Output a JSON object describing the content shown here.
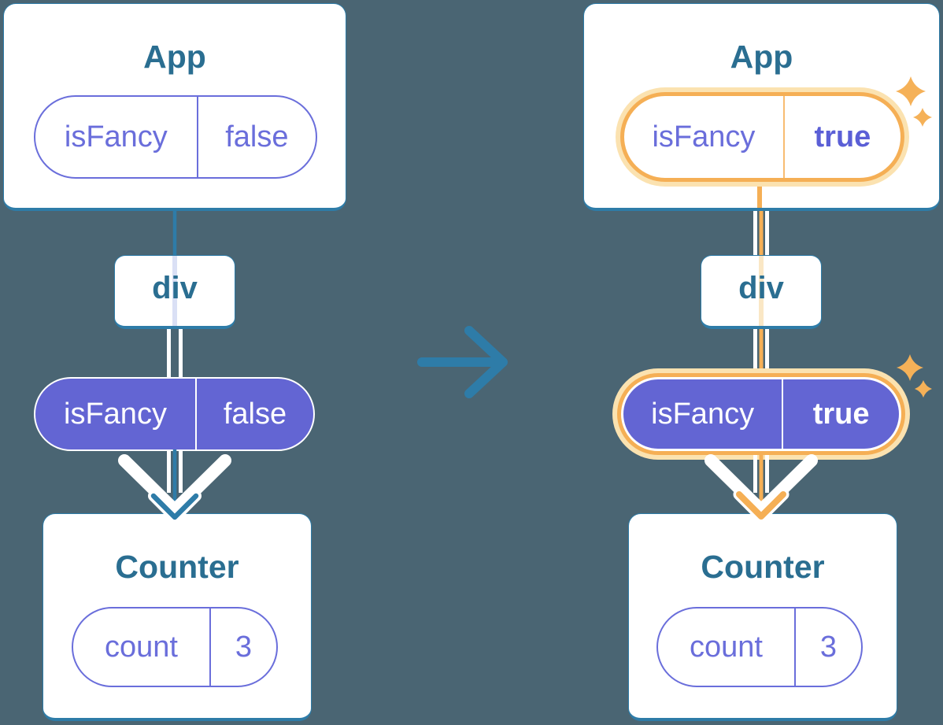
{
  "colors": {
    "background": "#4A6573",
    "card_fill": "#FFFFFF",
    "card_border_blue": "#2E7CA8",
    "title_text_blue": "#2A6E91",
    "purple_outline": "#6A6EDB",
    "purple_fill": "#6365D3",
    "highlight_orange": "#F5AF55",
    "highlight_glow": "#FBE2B0",
    "sparkle_orange": "#F5B158",
    "flow_line_white": "#FFFFFF",
    "pale_lavender_line": "#DAE0F5",
    "pale_orange_line": "#FAE7C5"
  },
  "icons": {
    "transition_arrow": "right-arrow-icon",
    "sparkle": "four-point-star-icon"
  },
  "left": {
    "app": {
      "title": "App",
      "prop": {
        "name": "isFancy",
        "value": "false"
      }
    },
    "div": {
      "label": "div"
    },
    "passed_prop": {
      "name": "isFancy",
      "value": "false"
    },
    "counter": {
      "title": "Counter",
      "state": {
        "name": "count",
        "value": "3"
      }
    }
  },
  "right": {
    "app": {
      "title": "App",
      "prop": {
        "name": "isFancy",
        "value": "true"
      }
    },
    "div": {
      "label": "div"
    },
    "passed_prop": {
      "name": "isFancy",
      "value": "true"
    },
    "counter": {
      "title": "Counter",
      "state": {
        "name": "count",
        "value": "3"
      }
    }
  }
}
